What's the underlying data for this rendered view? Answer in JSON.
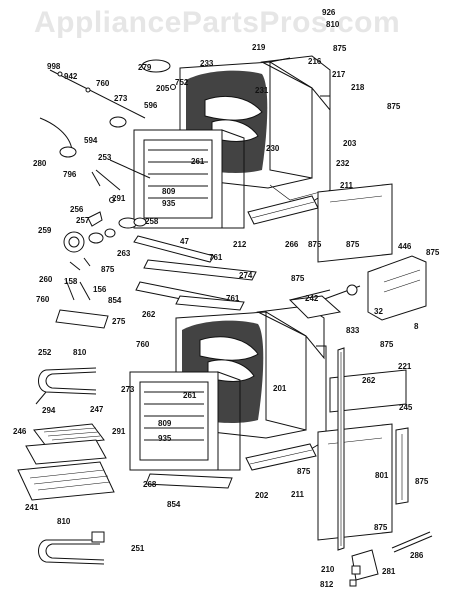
{
  "watermark": "AppliancePartsPros.com",
  "part_labels": [
    "926",
    "810",
    "219",
    "875",
    "216",
    "217",
    "218",
    "875",
    "233",
    "231",
    "203",
    "232",
    "230",
    "279",
    "752",
    "205",
    "273",
    "998",
    "942",
    "760",
    "596",
    "594",
    "280",
    "253",
    "796",
    "291",
    "261",
    "809",
    "935",
    "211",
    "212",
    "266",
    "875",
    "875",
    "256",
    "257",
    "258",
    "47",
    "761",
    "274",
    "259",
    "263",
    "875",
    "260",
    "158",
    "156",
    "854",
    "761",
    "875",
    "242",
    "32",
    "446",
    "875",
    "8",
    "760",
    "275",
    "262",
    "833",
    "875",
    "252",
    "810",
    "760",
    "201",
    "262",
    "221",
    "273",
    "291",
    "261",
    "294",
    "247",
    "809",
    "935",
    "245",
    "246",
    "801",
    "875",
    "241",
    "268",
    "854",
    "202",
    "211",
    "875",
    "875",
    "810",
    "251",
    "286",
    "210",
    "281",
    "812"
  ]
}
